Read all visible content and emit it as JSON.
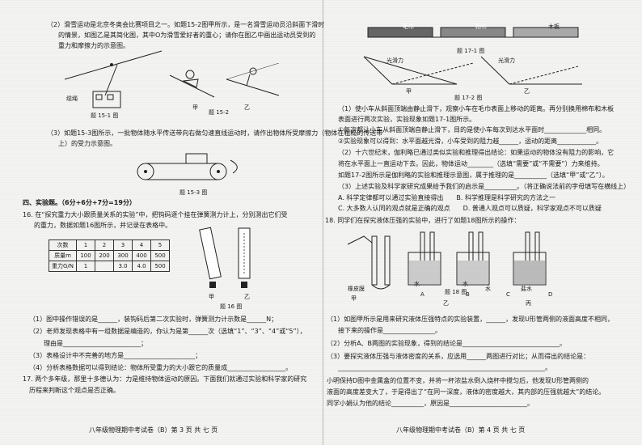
{
  "left": {
    "q2": {
      "text1": "（2）滑雪运动是北京冬奥会比赛项目之一。如题15-2图甲所示，是一名滑雪运动员沿斜面下滑时",
      "text2": "的情景，如图乙是其简化图，其中O为滑雪爱好者的重心；请你在图乙中画出运动员受到的",
      "text3": "重力和摩擦力的示意图。"
    },
    "fig15_1_cap": "题 15-1 图",
    "fig15_1_label": "缆绳",
    "fig15_2_cap": "题 15-2",
    "fig15_2_jia": "甲",
    "fig15_2_yi": "乙",
    "q3": {
      "text1": "（3）如题15-3图所示，一批物体随水平传送带向右做匀速直线运动时，请作出物体所受摩擦力（物体在粗糙的传送带",
      "text2": "上）的受力示意图。"
    },
    "fig15_3_cap": "题 15-3 图",
    "section4": "四、实验题。（6分+6分+7分=19分）",
    "q16": {
      "text1": "16. 在“探究重力大小跟质量关系的实验”中，把钩码逐个挂在弹簧测力计上，分别测出它们受",
      "text2": "的重力，数据如题16图所示，并记录在表格中。"
    },
    "table": {
      "rows": [
        [
          "次数",
          "1",
          "2",
          "3",
          "4",
          "5"
        ],
        [
          "质量m",
          "100",
          "200",
          "300",
          "400",
          "500"
        ],
        [
          "重力G/N",
          "1",
          "",
          "3.0",
          "4.0",
          "500"
        ]
      ]
    },
    "fig16_cap": "题 16 图",
    "fig16_jia": "甲",
    "fig16_yi": "乙",
    "q16_items": [
      "（1）图中操作错误的是______，装钩码后第二次实验时，弹簧测力计示数是______N；",
      "（2）老师发现表格中有一组数据是编造的，你认为是第______次（选填“1”、“3”、“4”或“5”），",
      "理由是________________________；",
      "（3）表格设计中不完善的地方是______________________；",
      "（4）分析表格数据可以得到结论：物体所受重力的大小跟它的质量成__________________。"
    ],
    "q17": {
      "text1": "17. 两个多年级，那里十多德认为：力是维持物体运动的原因。下面我们就通过实验和科学家的研究",
      "text2": "历程来判断这个观点是否正确。"
    },
    "footer": "八年级物理期中考试卷（B）第 3 页 共 七 页"
  },
  "right": {
    "fig17_1_labels": [
      "毛巾",
      "棉布",
      "木板"
    ],
    "fig17_1_cap": "题 17-1 图",
    "fig17_2_left": "光滑力",
    "fig17_2_right": "光滑力",
    "fig17_2_jia": "甲",
    "fig17_2_yi": "乙",
    "fig17_2_cap": "题 17-2 图",
    "q17_items": [
      "（1）使小车从斜面顶端由静止滑下，观察小车在毛巾表面上移动的距离。再分别换用棉布和木板",
      "表面进行两次实验，实验现象如题17-1图所示。",
      "①每次都让小车从斜面顶端自静止滑下，目的是使小车每次到达水平面时_____________相同。",
      "②实验现象可以得到：水平面越光滑，小车受到的阻力越______，运动的距离____________。",
      "（2）十六世纪末，伽利略已通过类似实验和推理得出结论：如果运动的物体没有阻力的影响，它",
      "将在水平面上一直运动下去。因此，物体运动________（选填“需要”或“不需要”）力来维持。",
      "如题17-2图所示是伽利略的实验和推理示意图，属于推理的是__________（选填“甲”或“乙”）。",
      "（3）上述实验及科学家研究成果给予我们的启示是__________。（将正确说法前的字母填写在横线上）",
      "A. 科学定律都可以通过实验直接得出　　B. 科学推理是科学研究的方法之一",
      "C. 大多数人认同的观点就是正确的观点　　D. 普通人观点可以质疑，科学家观点不可以质疑"
    ],
    "q18": "18. 同学们在探究液体压强的实验中，进行了如题18图所示的操作：",
    "fig18_labels": [
      "橡皮膜",
      "水",
      "水",
      "水",
      "盐水"
    ],
    "fig18_letters": [
      "甲",
      "A",
      "B",
      "C",
      "D"
    ],
    "fig18_bottom": [
      "乙",
      "丙"
    ],
    "fig18_cap": "题 18 图",
    "q18_items": [
      "（1）如图甲所示是用来研究液体压强特点的实验装置，______，发现U形管两侧的液面高度不相同，",
      "接下来的操作是________________。",
      "（2）分析A、B两图的实验现象，得到的结论是______________________________。",
      "（3）要探究液体压强与液体密度的关系，应选用______两图进行对比；从而得出的结论是：",
      "________________________________________________________________。",
      "小明保持D图中金属盒的位置不变，并将一杯浓盐水倒入烧杯中搅匀后，他发现U形管两侧的",
      "液面的高度差变大了，于是得出了“在同一深度，液体的密度越大，其内部的压强就越大”的结论。",
      "同学小娟认为他的结论__________，原因是________________________。"
    ],
    "footer": "八年级物理期中考试卷（B）第 4 页 共 七 页"
  }
}
